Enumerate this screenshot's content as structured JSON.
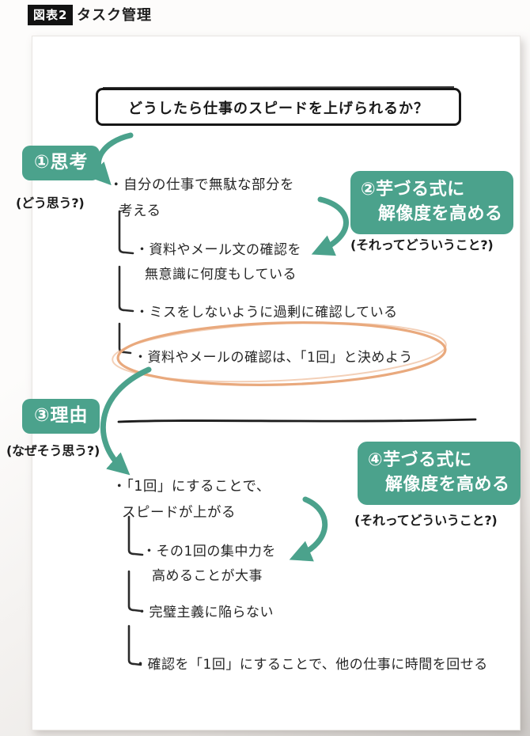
{
  "colors": {
    "teal": "#4ba28c",
    "orange": "#e9a97d",
    "ink": "#1f1f1f"
  },
  "header": {
    "badge": "図表2",
    "title": "タスク管理"
  },
  "question": {
    "text": "どうしたら仕事のスピードを上げられるか？"
  },
  "s1": {
    "badge": "①思考",
    "note": "(どう思う?)",
    "bullet": "・自分の仕事で無駄な部分を\n考える"
  },
  "s2": {
    "badge_line1": "②芋づる式に",
    "badge_line2": "解像度を高める",
    "note": "(それってどういうこと?)"
  },
  "tree1": [
    "・資料やメール文の確認を\n無意識に何度もしている",
    "・ミスをしないように過剰に確認している",
    "・資料やメールの確認は、「1回」と決めよう"
  ],
  "s3": {
    "badge": "③理由",
    "note": "(なぜそう思う?)",
    "bullet": "・「1回」にすることで、\nスピードが上がる"
  },
  "s4": {
    "badge_line1": "④芋づる式に",
    "badge_line2": "解像度を高める",
    "note": "(それってどういうこと?)"
  },
  "tree2": [
    "・その1回の集中力を\n高めることが大事",
    "・完璧主義に陥らない",
    "・確認を「1回」にすることで、他の仕事に時間を回せる"
  ]
}
